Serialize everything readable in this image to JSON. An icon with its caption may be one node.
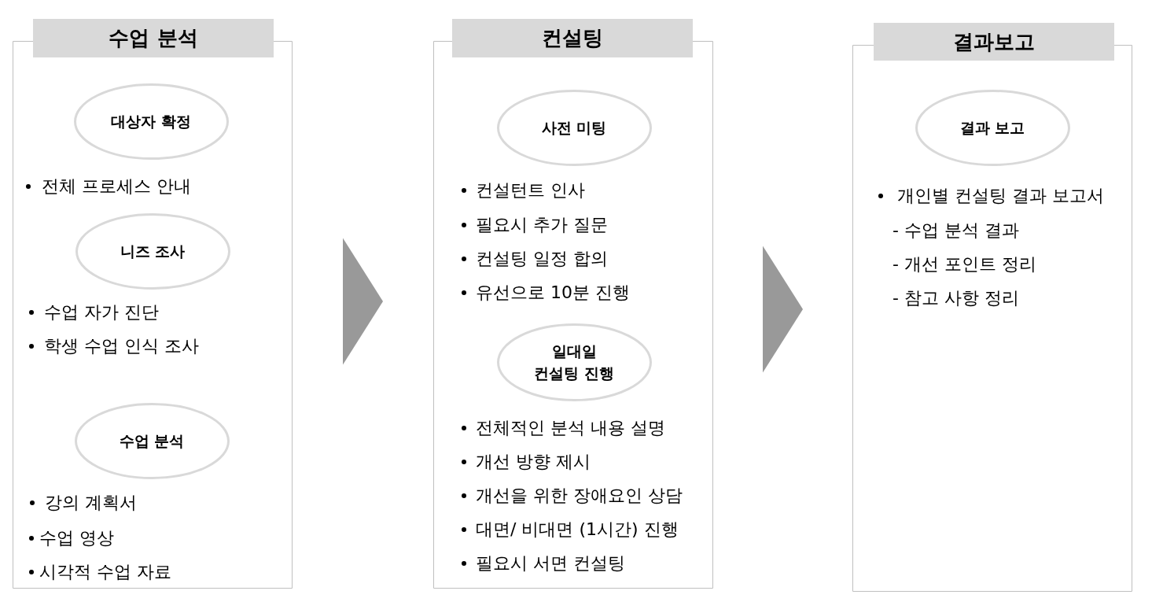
{
  "diagram": {
    "nodes": [
      {
        "text": [
          "수업 분석",
          "전체 프로세스 안내",
          "수업 자가 진단",
          "학생 수업 인식 조사",
          "강의 계획서",
          "수업 영상",
          "시각적 수업 자료"
        ]
      },
      {
        "text": [
          "대상자 확정"
        ],
        "in": 0
      },
      {
        "text": [
          "니즈 조사"
        ],
        "in": 0
      },
      {
        "text": [
          "수업 분석"
        ],
        "in": 0
      },
      {
        "text": [
          "컨설팅",
          "컨설턴트 인사",
          "필요시 추가 질문",
          "컨설팅 일정 합의",
          "유선으로 10분 진행",
          "전체적인 분석 내용 설명",
          "개선 방향 제시",
          "개선을 위한 장애요인 상담",
          "대면/ 비대면 (1시간) 진행",
          "필요시 서면 컨설팅"
        ]
      },
      {
        "text": [
          "사전 미팅"
        ],
        "in": 4
      },
      {
        "text": [
          "일대일 컨설팅 진행"
        ],
        "in": 4
      },
      {
        "text": [
          "결과보고",
          "개인별 컨설팅 결과 보고서",
          "- 수업 분석 결과",
          "- 개선 포인트 정리",
          "- 참고 사항 정리"
        ]
      },
      {
        "text": [
          "결과 보고"
        ],
        "in": 7
      }
    ],
    "edges": [
      {
        "from": 0,
        "to": 4,
        "arrow": "to"
      },
      {
        "from": 4,
        "to": 7,
        "arrow": "to"
      }
    ]
  }
}
